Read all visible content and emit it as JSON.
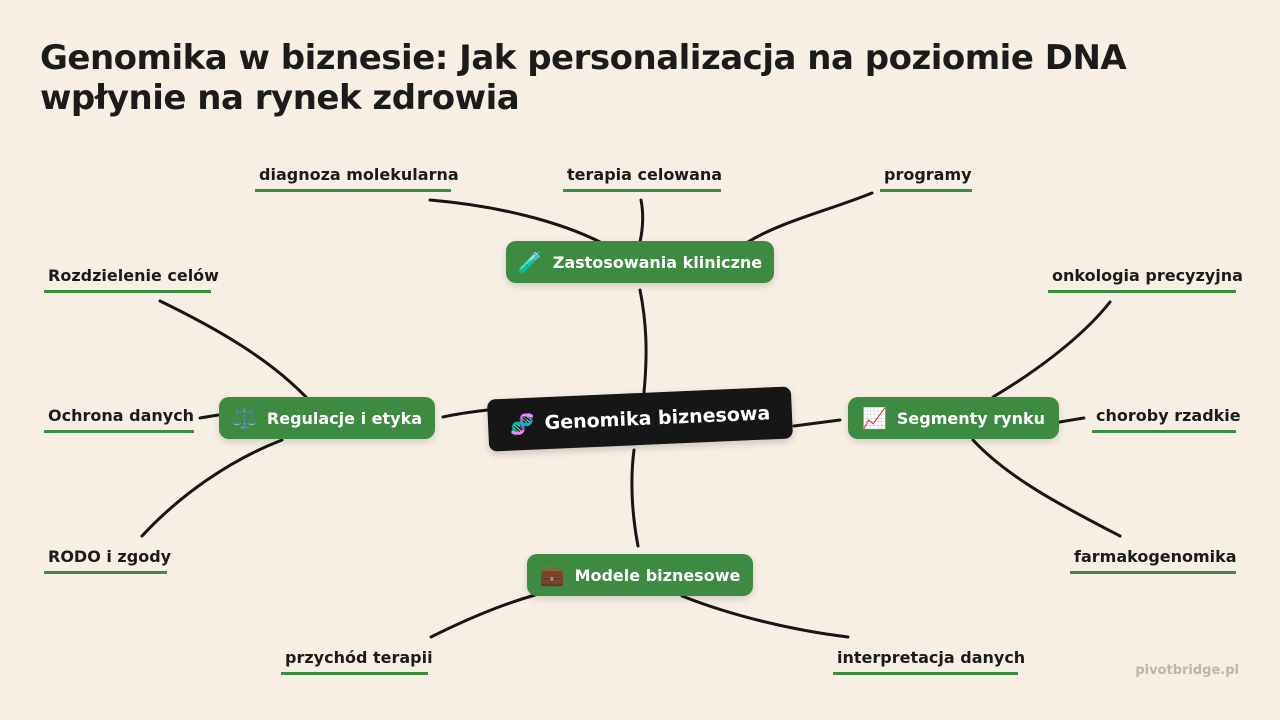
{
  "title": "Genomika w biznesie: Jak personalizacja na poziomie DNA wpłynie na rynek zdrowia",
  "center": {
    "label": "Genomika biznesowa",
    "icon": "🧬"
  },
  "branches": {
    "clinical": {
      "label": "Zastosowania kliniczne",
      "icon": "🧪"
    },
    "regulation": {
      "label": "Regulacje i etyka",
      "icon": "⚖️"
    },
    "segments": {
      "label": "Segmenty rynku",
      "icon": "📈"
    },
    "business": {
      "label": "Modele biznesowe",
      "icon": "💼"
    }
  },
  "leaves": {
    "diagnoza": "diagnoza molekularna",
    "terapia": "terapia celowana",
    "programy": "programy",
    "rozdzielenie": "Rozdzielenie celów",
    "ochrona": "Ochrona danych",
    "rodo": "RODO i zgody",
    "onkologia": "onkologia precyzyjna",
    "choroby": "choroby rzadkie",
    "farmako": "farmakogenomika",
    "przychod": "przychód terapii",
    "interpretacja": "interpretacja danych"
  },
  "watermark": "pivotbridge.pl",
  "colors": {
    "background": "#f8efe4",
    "branch": "#3d8a41",
    "center": "#161616",
    "line": "#161616"
  }
}
